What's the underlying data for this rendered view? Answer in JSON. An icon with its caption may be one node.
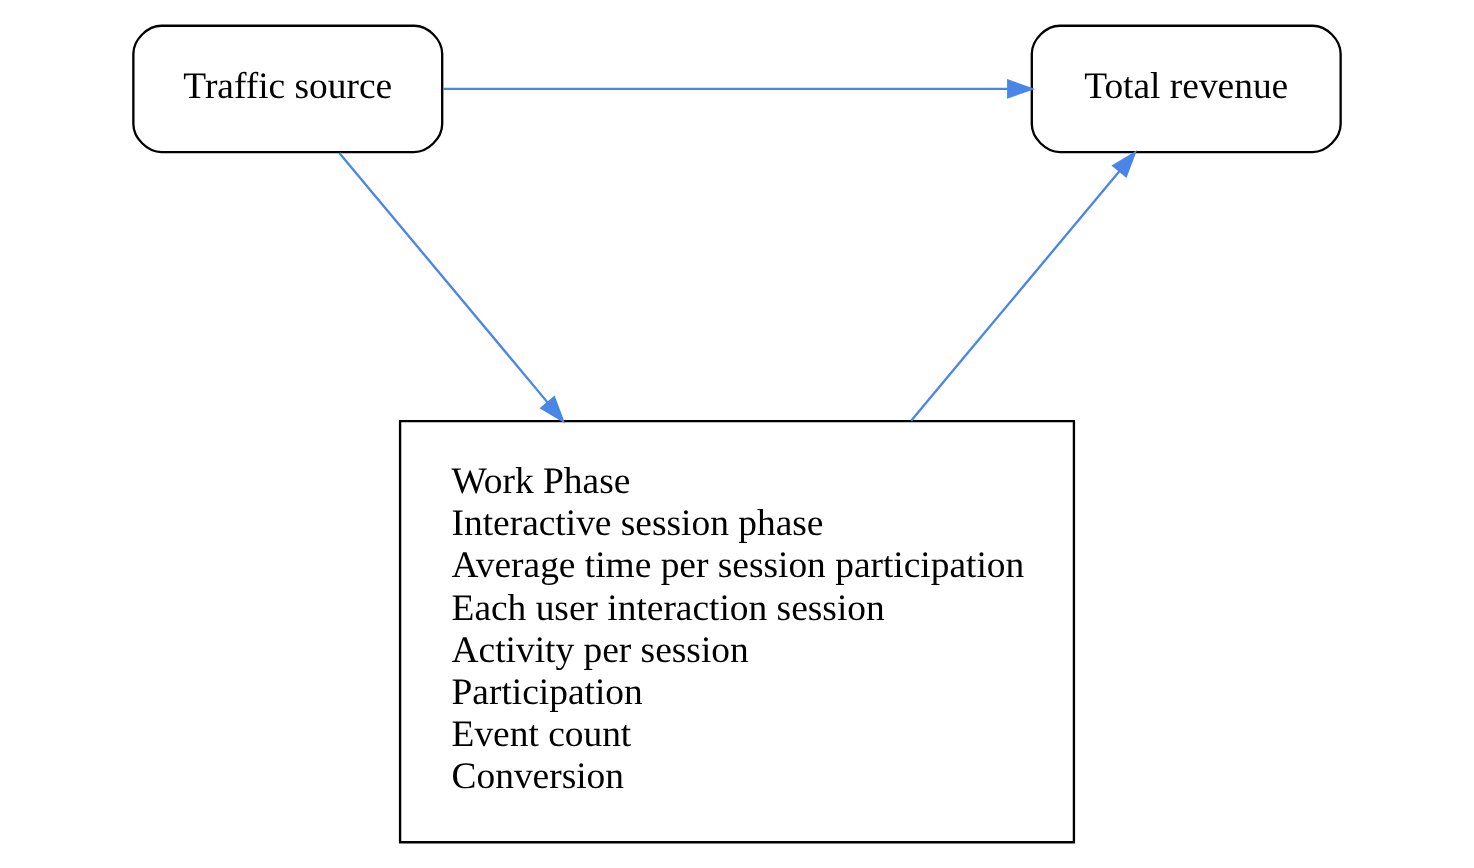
{
  "diagram": {
    "nodes": [
      {
        "text": [
          "Traffic source"
        ]
      },
      {
        "text": [
          "Total revenue"
        ]
      },
      {
        "text": [
          "Work Phase",
          "Interactive session phase",
          "Average time per session participation",
          "Each user interaction session",
          "Activity per session",
          "Participation",
          "Event count",
          "Conversion"
        ]
      }
    ],
    "edges": [
      {
        "from": 0,
        "to": 1,
        "arrow": "to",
        "color": "#4a86e8"
      },
      {
        "from": 0,
        "to": 2,
        "arrow": "to",
        "color": "#4a86e8"
      },
      {
        "from": 2,
        "to": 1,
        "arrow": "to",
        "color": "#4a86e8"
      }
    ]
  }
}
